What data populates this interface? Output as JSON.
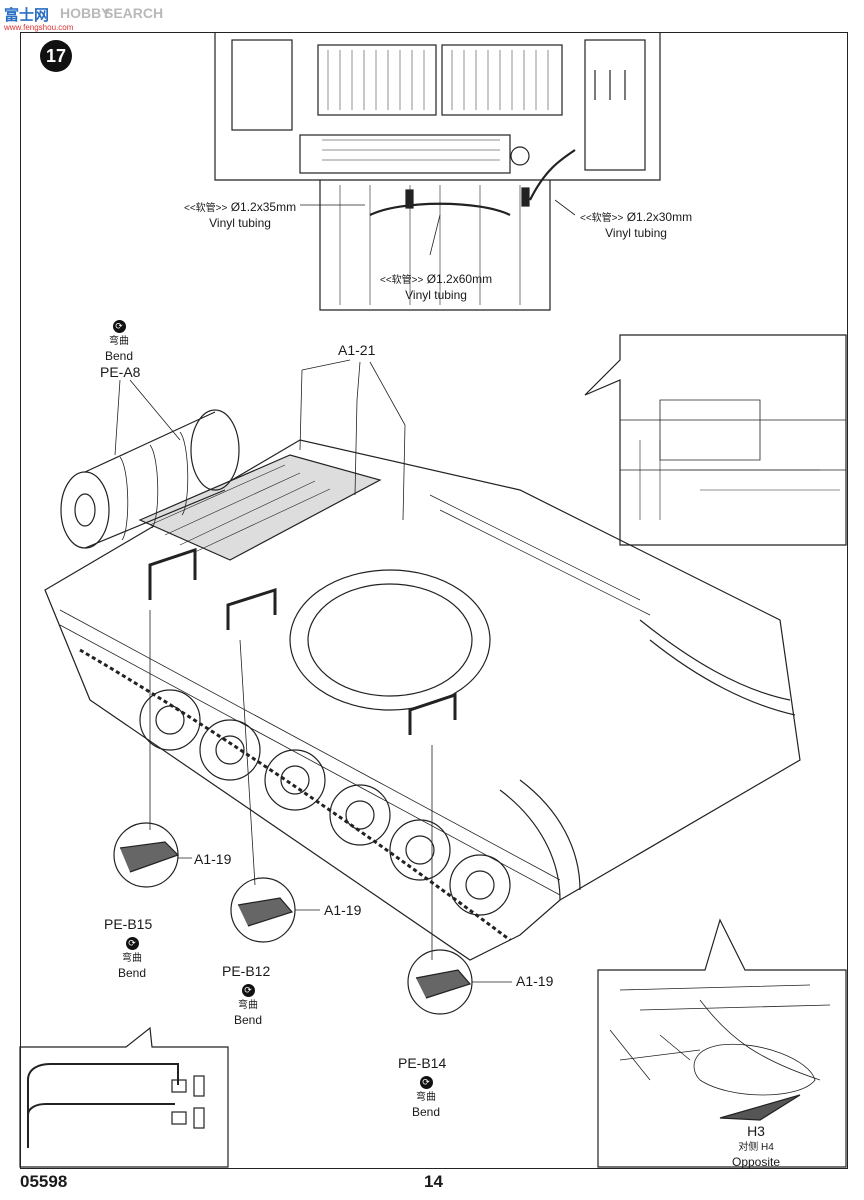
{
  "header": {
    "watermark_logo": "富士网",
    "watermark_site": "www.fengshou.com",
    "watermark_search": "SEARCH",
    "watermark_brand": "HOBBY"
  },
  "step": {
    "number": "17"
  },
  "tubing": [
    {
      "prefix": "<<软管>>",
      "spec": "Ø1.2x35mm",
      "name": "Vinyl tubing"
    },
    {
      "prefix": "<<软管>>",
      "spec": "Ø1.2x30mm",
      "name": "Vinyl tubing"
    },
    {
      "prefix": "<<软管>>",
      "spec": "Ø1.2x60mm",
      "name": "Vinyl tubing"
    }
  ],
  "bend": {
    "cn": "弯曲",
    "en": "Bend"
  },
  "parts": {
    "pe_a8": "PE-A8",
    "a1_21": "A1-21",
    "a1_19": "A1-19",
    "pe_b15": "PE-B15",
    "pe_b12": "PE-B12",
    "pe_b14": "PE-B14",
    "h3": "H3",
    "h4_cn": "对侧 H4",
    "opposite": "Opposite"
  },
  "footer": {
    "product_code": "05598",
    "page_number": "14"
  }
}
